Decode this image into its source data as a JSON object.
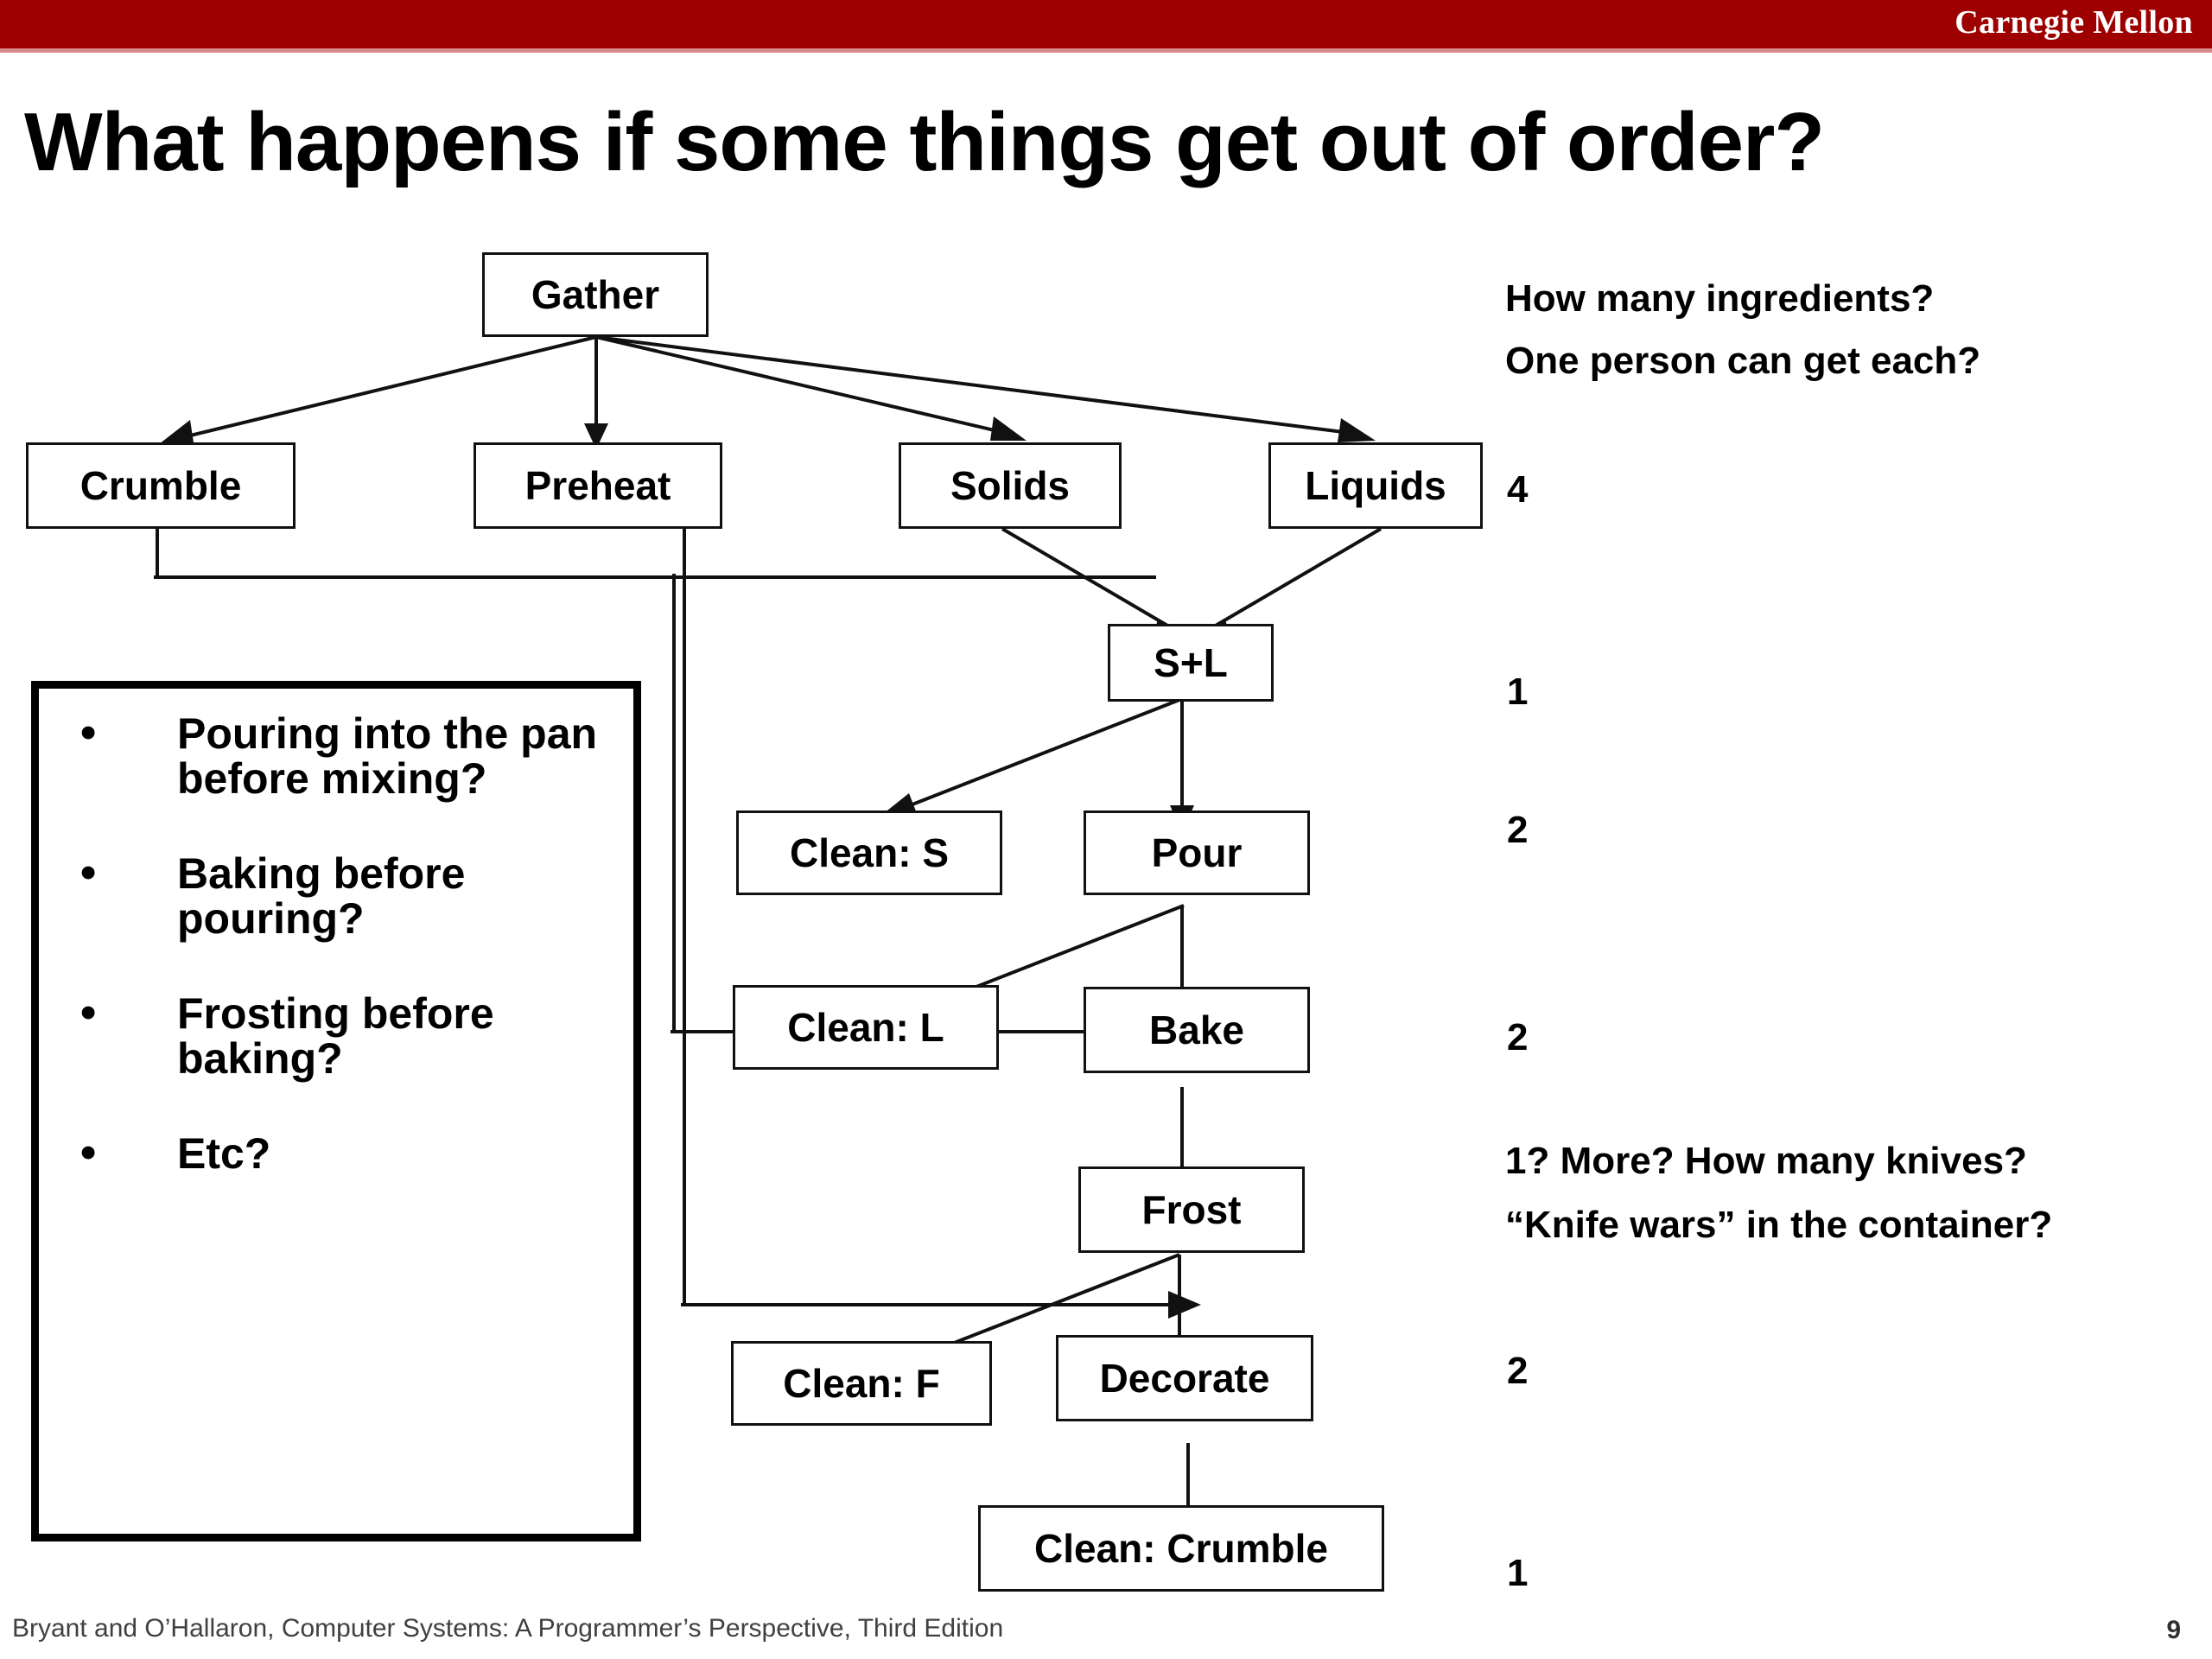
{
  "header": {
    "logo": "Carnegie Mellon",
    "band_color": "#9e0000"
  },
  "title": "What happens if some things get out of order?",
  "flowchart": {
    "nodes": [
      {
        "id": "gather",
        "label": "Gather"
      },
      {
        "id": "crumble",
        "label": "Crumble"
      },
      {
        "id": "preheat",
        "label": "Preheat"
      },
      {
        "id": "solids",
        "label": "Solids"
      },
      {
        "id": "liquids",
        "label": "Liquids"
      },
      {
        "id": "sl",
        "label": "S+L"
      },
      {
        "id": "clean_s",
        "label": "Clean: S"
      },
      {
        "id": "pour",
        "label": "Pour"
      },
      {
        "id": "clean_l",
        "label": "Clean: L"
      },
      {
        "id": "bake",
        "label": "Bake"
      },
      {
        "id": "frost",
        "label": "Frost"
      },
      {
        "id": "clean_f",
        "label": "Clean: F"
      },
      {
        "id": "decorate",
        "label": "Decorate"
      },
      {
        "id": "clean_crumble",
        "label": "Clean: Crumble"
      }
    ]
  },
  "callout": {
    "bullets": [
      "Pouring into the pan before mixing?",
      "Baking before pouring?",
      "Frosting  before baking?",
      "Etc?"
    ]
  },
  "annotations": {
    "ingredients_q_line1": "How many ingredients?",
    "ingredients_q_line2": "One person can get each?",
    "knives_q_line1": "1? More? How many knives?",
    "knives_q_line2": "“Knife wars” in the container?"
  },
  "counts": {
    "ingredients": "4",
    "mix": "1",
    "pour": "2",
    "bake": "2",
    "decorate": "2",
    "clean_crumble": "1"
  },
  "footer": {
    "citation": "Bryant and O’Hallaron, Computer Systems: A Programmer’s Perspective, Third Edition",
    "page": "9"
  }
}
